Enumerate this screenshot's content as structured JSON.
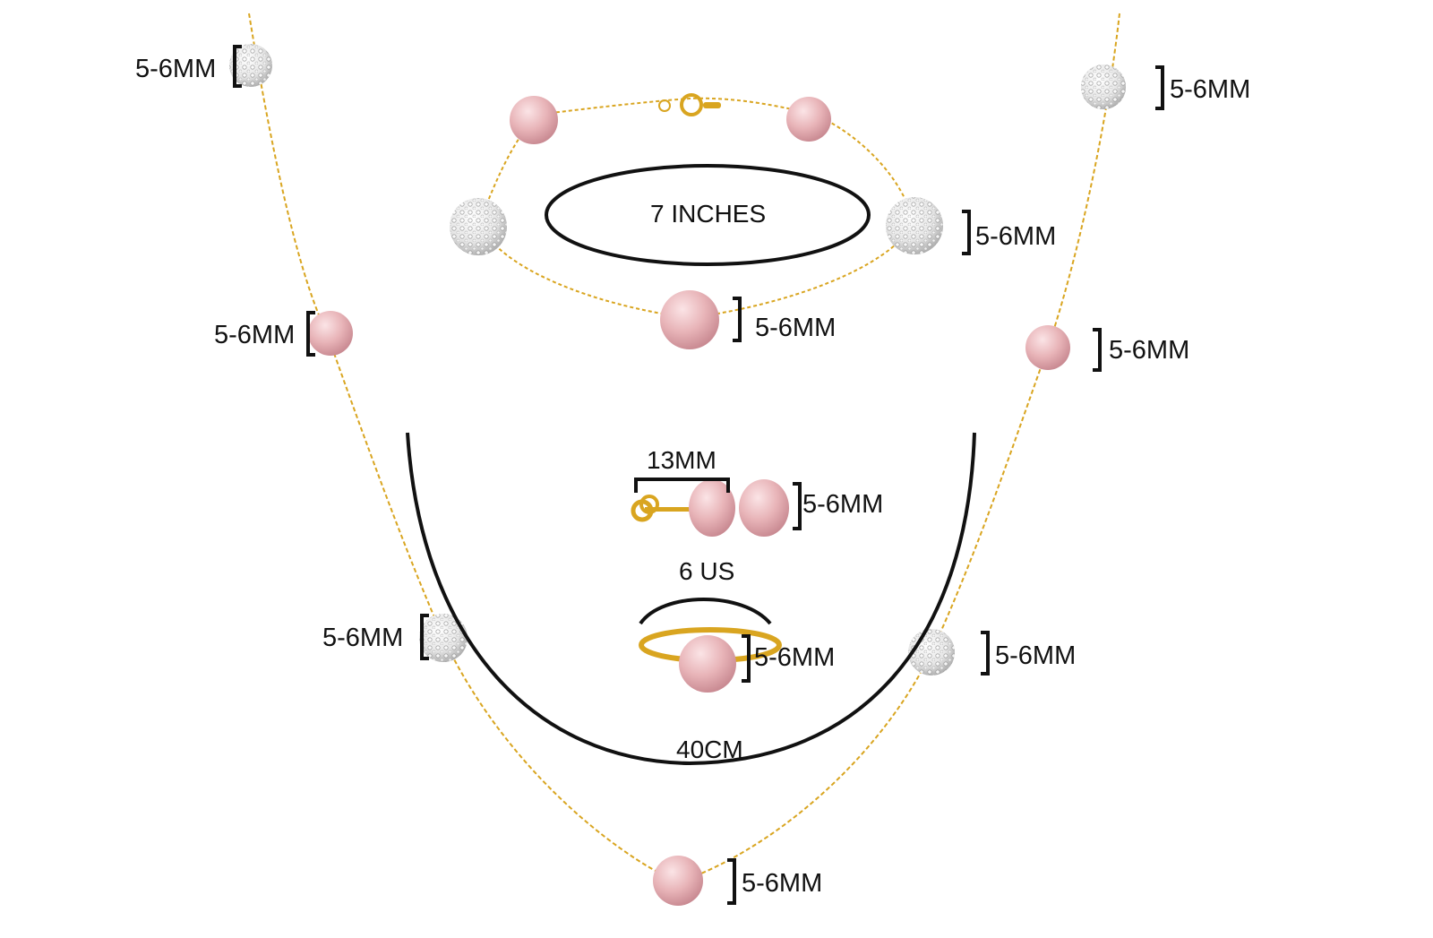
{
  "colors": {
    "chain": "#d9a520",
    "chain_dark": "#b8860b",
    "pearl": "#e8b4b8",
    "pearl_shade": "#c98a92",
    "crystal": "#f2f2f2",
    "bracket": "#111111",
    "background": "#ffffff"
  },
  "labels": {
    "bead_size": "5-6MM",
    "bracelet_length": "7 INCHES",
    "necklace_length": "40CM",
    "earring_length": "13MM",
    "ring_size": "6 US"
  }
}
